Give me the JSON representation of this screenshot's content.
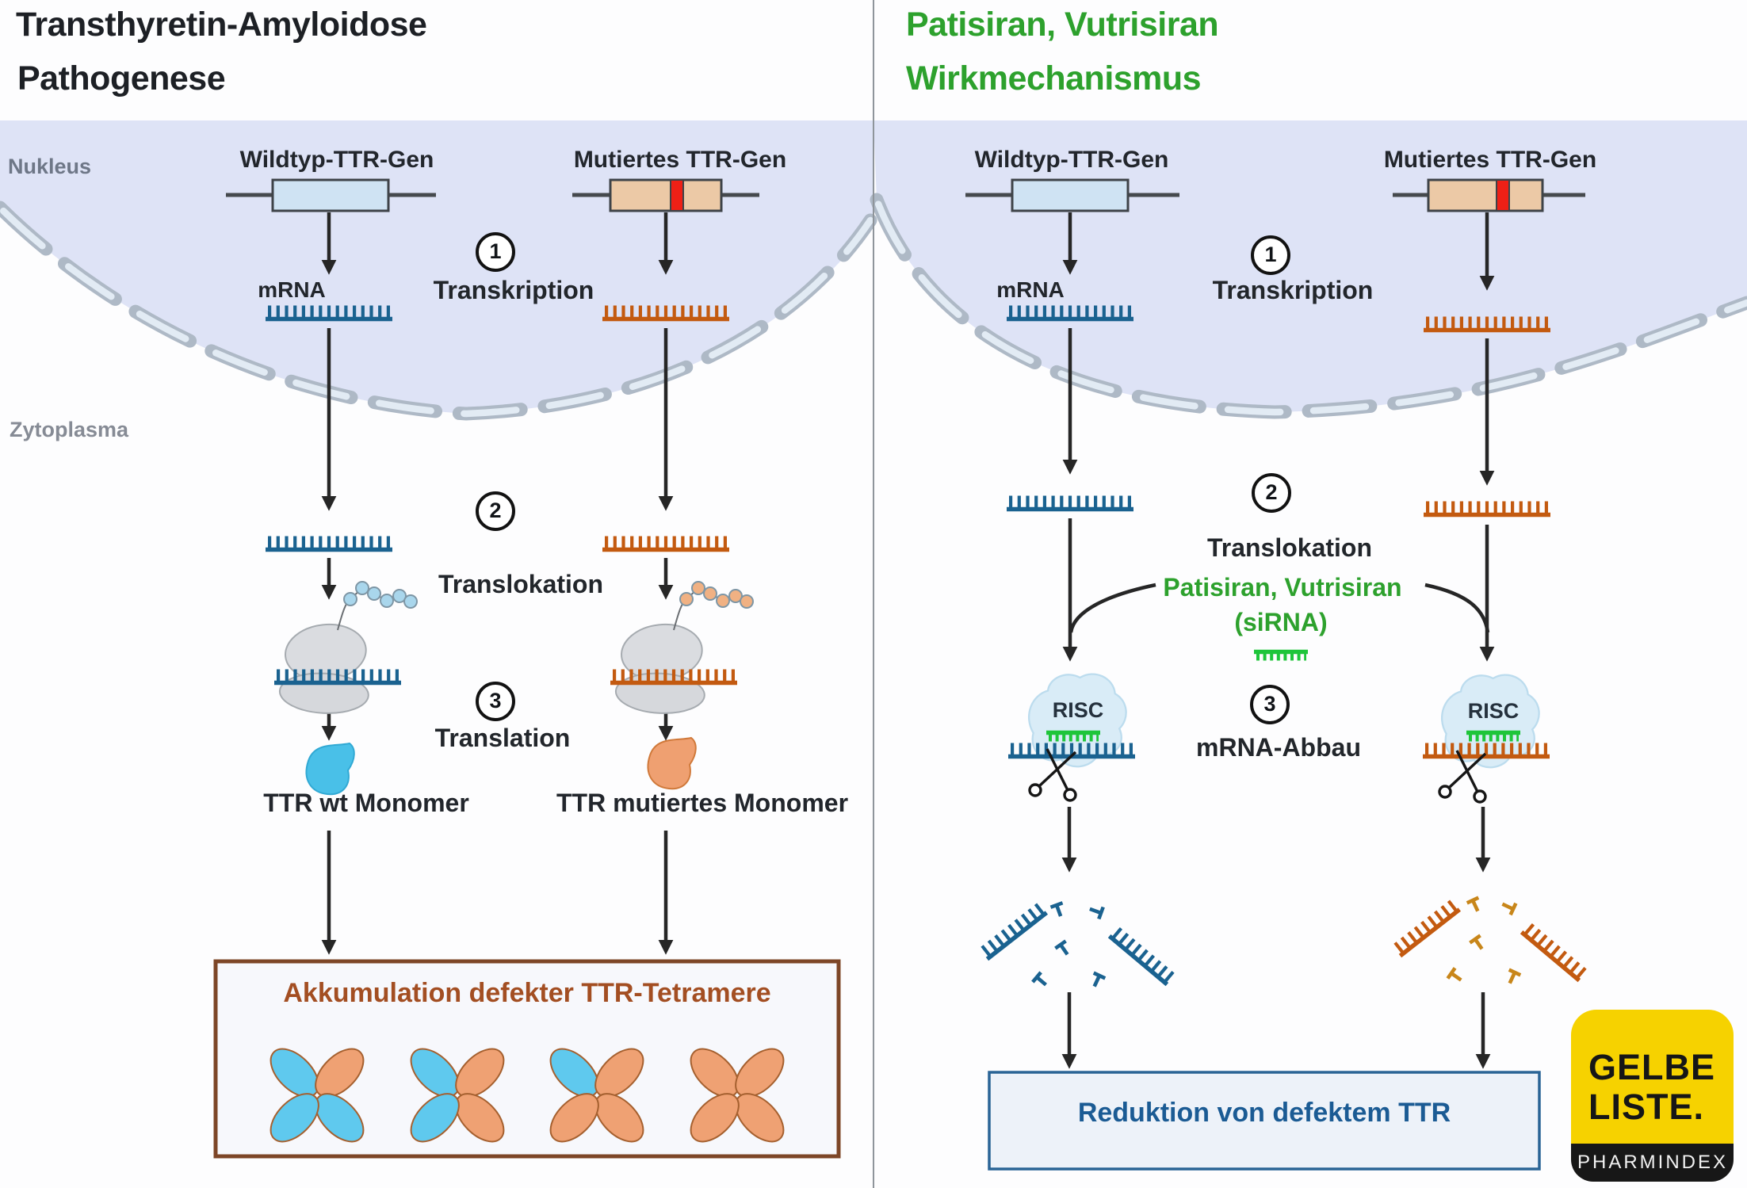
{
  "colors": {
    "accent_green": "#2da12d",
    "sirna_green": "#1ec53a",
    "mrna_blue": "#1a6290",
    "mrna_orange": "#c35a10",
    "fragment_amber": "#c8861a",
    "gene_wt_fill": "#cfe3f3",
    "gene_mut_fill": "#ecc9a6",
    "gene_mut_stripe": "#ee2016",
    "nucleus_fill": "#dee3f6",
    "bead_blue": "#a9d6ec",
    "bead_orange": "#f0b183",
    "monomer_wt": "#49c0e8",
    "monomer_mut": "#efa071",
    "tetramer_blue": "#5fc9ee",
    "tetramer_orange": "#efa173",
    "accumulation_border": "#7d4627",
    "accumulation_title": "#a34e22",
    "result_border": "#2a6496",
    "result_text": "#1b5b94",
    "logo_yellow": "#f6d200"
  },
  "left": {
    "title1": "Transthyretin-Amyloidose",
    "title2": "Pathogenese",
    "nucleus_label": "Nukleus",
    "cytoplasm_label": "Zytoplasma",
    "wt_gene": "Wildtyp-TTR-Gen",
    "mut_gene": "Mutiertes TTR-Gen",
    "mrna": "mRNA",
    "steps": [
      {
        "n": "1",
        "label": "Transkription"
      },
      {
        "n": "2",
        "label": "Translokation"
      },
      {
        "n": "3",
        "label": "Translation"
      }
    ],
    "wt_monomer": "TTR wt Monomer",
    "mut_monomer": "TTR mutiertes Monomer",
    "box_title": "Akkumulation defekter TTR-Tetramere",
    "tetramers": [
      {
        "lobes": [
          "#5fc9ee",
          "#efa173",
          "#5fc9ee",
          "#5fc9ee"
        ]
      },
      {
        "lobes": [
          "#5fc9ee",
          "#efa173",
          "#efa173",
          "#5fc9ee"
        ]
      },
      {
        "lobes": [
          "#5fc9ee",
          "#efa173",
          "#efa173",
          "#efa173"
        ]
      },
      {
        "lobes": [
          "#efa173",
          "#efa173",
          "#efa173",
          "#efa173"
        ]
      }
    ]
  },
  "right": {
    "title1": "Patisiran, Vutrisiran",
    "title2": "Wirkmechanismus",
    "wt_gene": "Wildtyp-TTR-Gen",
    "mut_gene": "Mutiertes TTR-Gen",
    "mrna": "mRNA",
    "sirna1": "Patisiran, Vutrisiran",
    "sirna2": "(siRNA)",
    "steps": [
      {
        "n": "1",
        "label": "Transkription"
      },
      {
        "n": "2",
        "label": "Translokation"
      },
      {
        "n": "3",
        "label": "mRNA-Abbau"
      }
    ],
    "risc": "RISC",
    "box_title": "Reduktion von defektem TTR"
  },
  "logo": {
    "l1": "GELBE",
    "l2": "LISTE.",
    "sub": "PHARMINDEX"
  }
}
